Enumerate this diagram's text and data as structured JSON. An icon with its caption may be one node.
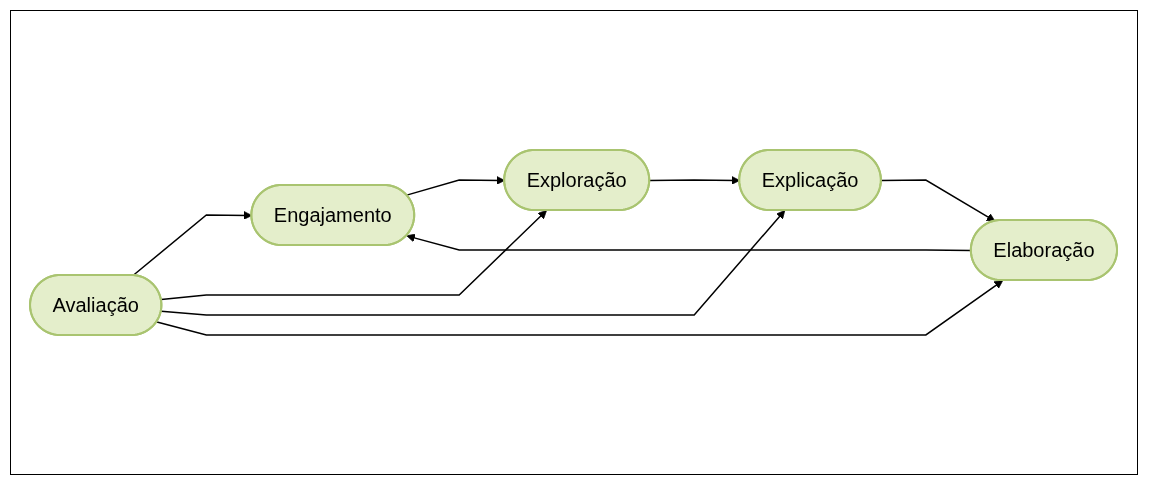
{
  "diagram": {
    "nodes": [
      {
        "text": [
          "Engajamento"
        ]
      },
      {
        "text": [
          "Exploração"
        ]
      },
      {
        "text": [
          "Explicação"
        ]
      },
      {
        "text": [
          "Elaboração"
        ]
      },
      {
        "text": [
          "Avaliação"
        ]
      }
    ],
    "edges": [
      {
        "from": 0,
        "to": 1,
        "arrow": "to"
      },
      {
        "from": 1,
        "to": 2,
        "arrow": "to"
      },
      {
        "from": 2,
        "to": 3,
        "arrow": "to"
      },
      {
        "from": 3,
        "to": 0,
        "arrow": "to"
      },
      {
        "from": 4,
        "to": 0,
        "arrow": "to"
      },
      {
        "from": 4,
        "to": 1,
        "arrow": "to"
      },
      {
        "from": 4,
        "to": 2,
        "arrow": "to"
      },
      {
        "from": 4,
        "to": 3,
        "arrow": "to"
      }
    ]
  }
}
